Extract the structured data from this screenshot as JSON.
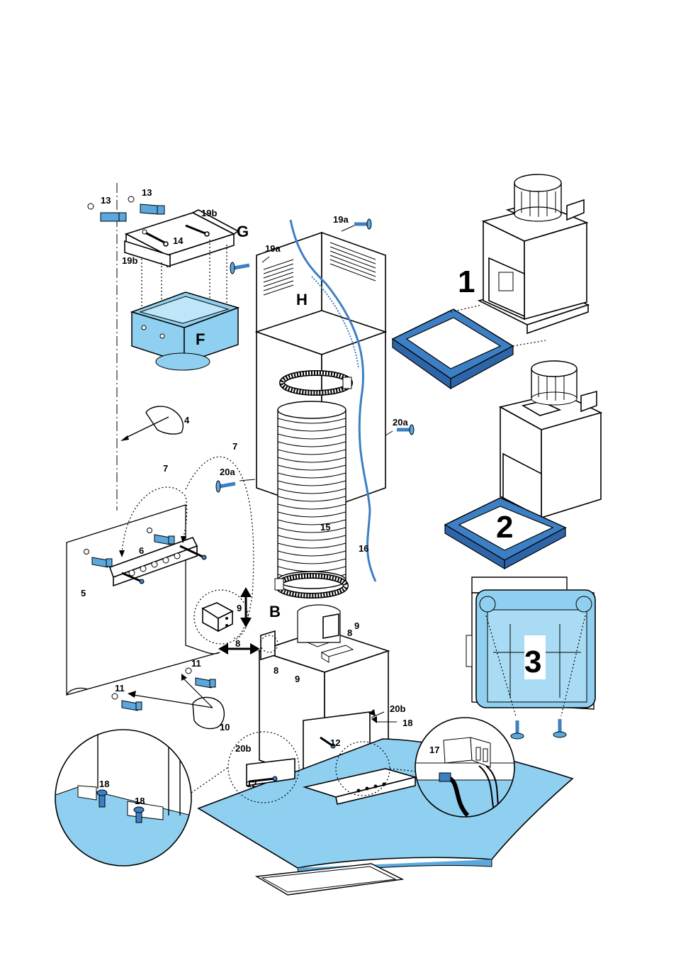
{
  "colors": {
    "light_blue": "#8fd0f0",
    "mid_blue": "#5aa8de",
    "dark_blue": "#3d7fc4",
    "line": "#000000"
  },
  "labels": {
    "G": "G",
    "H": "H",
    "F": "F",
    "B": "B",
    "step1": "1",
    "step2": "2",
    "step3": "3",
    "p4": "4",
    "p5": "5",
    "p6": "6",
    "p7a": "7",
    "p7b": "7",
    "p8a": "8",
    "p8b": "8",
    "p8c": "8",
    "p9a": "9",
    "p9b": "9",
    "p9c": "9",
    "p10": "10",
    "p11a": "11",
    "p11b": "11",
    "p12a": "12",
    "p12b": "12",
    "p13a": "13",
    "p13b": "13",
    "p14": "14",
    "p15": "15",
    "p16": "16",
    "p17": "17",
    "p18a": "18",
    "p18b": "18",
    "p18c": "18",
    "p19a1": "19a",
    "p19a2": "19a",
    "p19b1": "19b",
    "p19b2": "19b",
    "p20a1": "20a",
    "p20a2": "20a",
    "p20b1": "20b",
    "p20b2": "20b"
  }
}
